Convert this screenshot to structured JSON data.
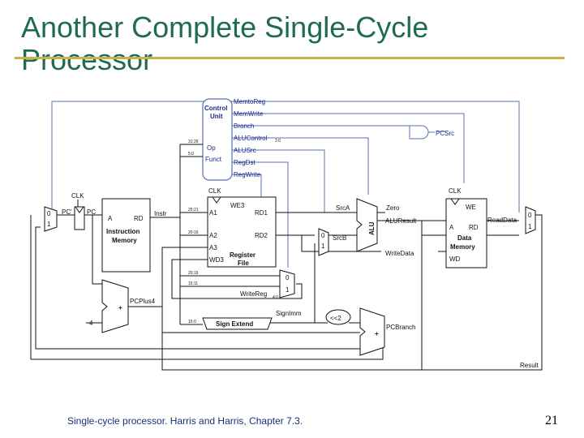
{
  "slide": {
    "title": "Another Complete Single-Cycle Processor",
    "caption": "Single-cycle processor. Harris and Harris, Chapter 7.3.",
    "page_number": "21"
  },
  "colors": {
    "title": "#1f6b4f",
    "rule": "#c9b24a",
    "control_wire": "#5a6fb8",
    "control_text": "#1c2a8a"
  },
  "diagram": {
    "control": {
      "title_1": "Control",
      "title_2": "Unit",
      "op": "Op",
      "funct": "Funct",
      "signals": [
        "MemtoReg",
        "MemWrite",
        "Branch",
        "ALUControl",
        "ALUSrc",
        "RegDst",
        "RegWrite"
      ],
      "alucontrol_bits": "2:0",
      "pcsrc": "PCSrc",
      "op_bits": "31:26",
      "funct_bits": "5:0"
    },
    "clk": "CLK",
    "pc": {
      "pc_prime": "PC'",
      "pc": "PC",
      "mux0": "0",
      "mux1": "1"
    },
    "imem": {
      "a": "A",
      "rd": "RD",
      "name_1": "Instruction",
      "name_2": "Memory",
      "instr": "Instr"
    },
    "regfile": {
      "we3": "WE3",
      "a1": "A1",
      "a2": "A2",
      "a3": "A3",
      "wd3": "WD3",
      "rd1": "RD1",
      "rd2": "RD2",
      "name_1": "Register",
      "name_2": "File",
      "bits_a1": "25:21",
      "bits_a2": "20:16",
      "bits_rt": "20:16",
      "bits_rd": "15:11",
      "bits_imm": "15:0"
    },
    "alu": {
      "srca": "SrcA",
      "srcb": "SrcB",
      "name": "ALU",
      "zero": "Zero",
      "aluresult": "ALUResult",
      "mux0": "0",
      "mux1": "1"
    },
    "dmem": {
      "we": "WE",
      "a": "A",
      "rd": "RD",
      "wd": "WD",
      "name_1": "Data",
      "name_2": "Memory",
      "readdata": "ReadData",
      "writedata": "WriteData",
      "mux0": "0",
      "mux1": "1"
    },
    "writereg": {
      "label": "WriteReg",
      "bits": "4:0",
      "mux0": "0",
      "mux1": "1"
    },
    "signext": {
      "label": "Sign Extend",
      "signimm": "SignImm"
    },
    "pcplus4": {
      "label": "PCPlus4",
      "four": "4",
      "plus": "+"
    },
    "branch": {
      "shift": "<<2",
      "plus": "+",
      "label": "PCBranch"
    },
    "result": "Result"
  }
}
